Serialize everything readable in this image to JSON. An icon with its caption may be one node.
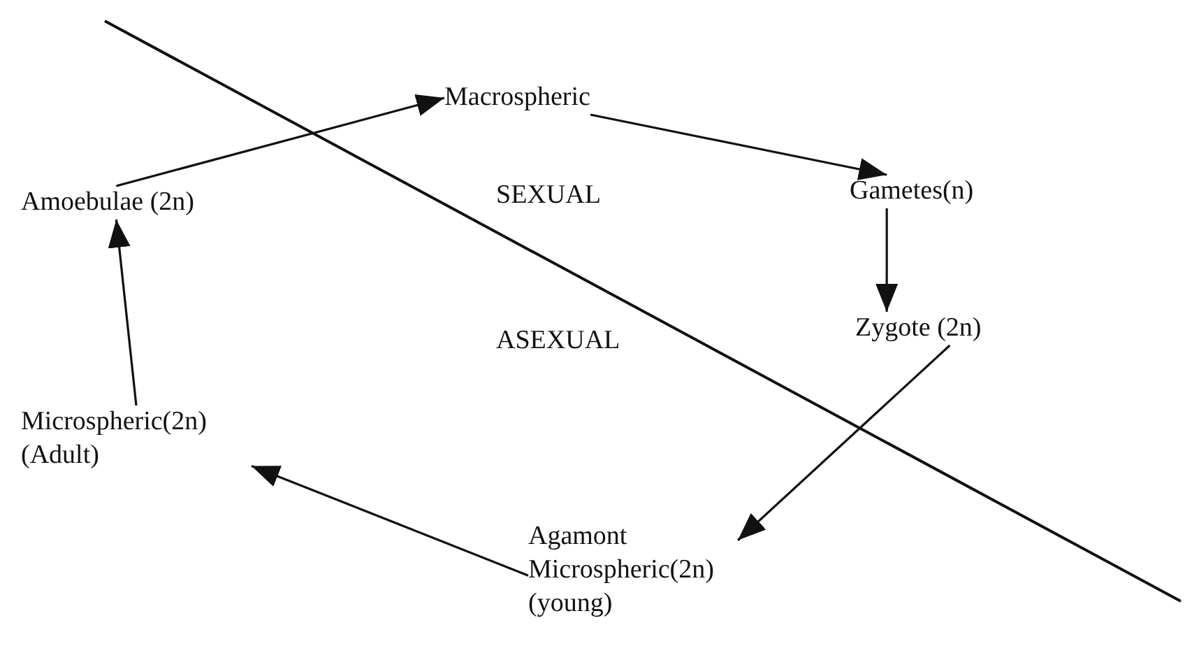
{
  "diagram": {
    "nodes": [
      {
        "text": [
          "Amoebulae (2n)"
        ]
      },
      {
        "text": [
          "Macrospheric"
        ]
      },
      {
        "text": [
          "Gametes(n)"
        ]
      },
      {
        "text": [
          "Zygote (2n)"
        ]
      },
      {
        "text": [
          "Microspheric(2n) (Adult)"
        ]
      },
      {
        "text": [
          "Agamont Microspheric(2n) (young)"
        ]
      }
    ],
    "edges": [
      {
        "from": 0,
        "to": 1,
        "arrow": "to"
      },
      {
        "from": 1,
        "to": 2,
        "arrow": "to"
      },
      {
        "from": 2,
        "to": 3,
        "arrow": "to"
      },
      {
        "from": 3,
        "to": 5,
        "arrow": "to"
      },
      {
        "from": 5,
        "to": 4,
        "arrow": "to"
      },
      {
        "from": 4,
        "to": 0,
        "arrow": "to"
      }
    ],
    "labels": [
      "SEXUAL",
      "ASEXUAL"
    ]
  }
}
